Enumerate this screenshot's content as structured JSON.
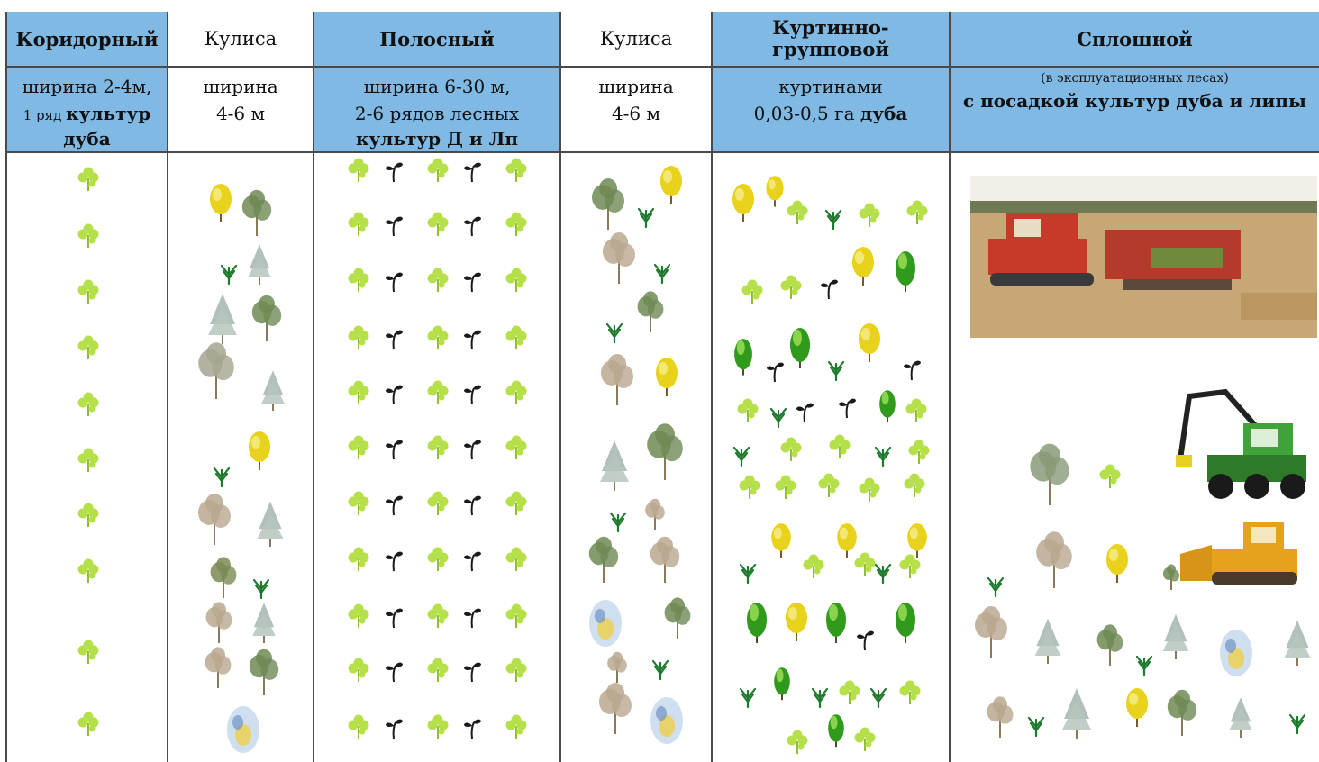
{
  "columns": [
    {
      "id": "koridor",
      "title": "Коридорный",
      "subtitle_lines": [
        "ширина 2-4м,"
      ],
      "subtitle_rich": [
        {
          "t": "1 ряд ",
          "small": true
        },
        {
          "t": "культур",
          "bold": true
        }
      ],
      "subtitle_last": "дуба",
      "title_bg": "#7fb9e4"
    },
    {
      "id": "kulisa1",
      "title": "Кулиса",
      "subtitle_lines": [
        "ширина",
        "4-6 м"
      ]
    },
    {
      "id": "polos",
      "title": "Полосный",
      "subtitle_lines": [
        "ширина 6-30 м,",
        "2-6 рядов  лесных"
      ],
      "subtitle_last": "культур Д и Лп"
    },
    {
      "id": "kulisa2",
      "title": "Кулиса",
      "subtitle_lines": [
        "ширина",
        "4-6 м"
      ]
    },
    {
      "id": "kurtin",
      "title_lines": [
        "Куртинно-",
        "групповой"
      ],
      "subtitle_lines": [
        "куртинами"
      ],
      "subtitle_rich2": [
        {
          "t": "0,03-0,5 га "
        },
        {
          "t": "дуба",
          "bold": true
        }
      ]
    },
    {
      "id": "splosh",
      "title": "Сплошной",
      "subtitle_small": "(в эксплуатационных лесах)",
      "subtitle_last": "с посадкой культур дуба и липы"
    }
  ],
  "colors": {
    "header_blue": "#7fb9e4",
    "oak_seedling": "#b6e04a",
    "linden_seedling": "#1a1a1a",
    "yellow_tree": "#e8d21c",
    "green_tree": "#2f9a1c",
    "grey_tree": "#9aa79a",
    "tractor_red": "#c63a2a",
    "harvester_green": "#3fa33a",
    "bulldozer_yellow": "#e6a21c"
  },
  "icons": [
    "oak-seedling-icon",
    "linden-seedling-icon",
    "conifer-seedling-icon",
    "yellow-tree-icon",
    "green-tree-icon",
    "grey-tree-icon",
    "pine-tree-icon",
    "spruce-tree-icon",
    "tractor-photo",
    "harvester-icon",
    "bulldozer-icon"
  ]
}
